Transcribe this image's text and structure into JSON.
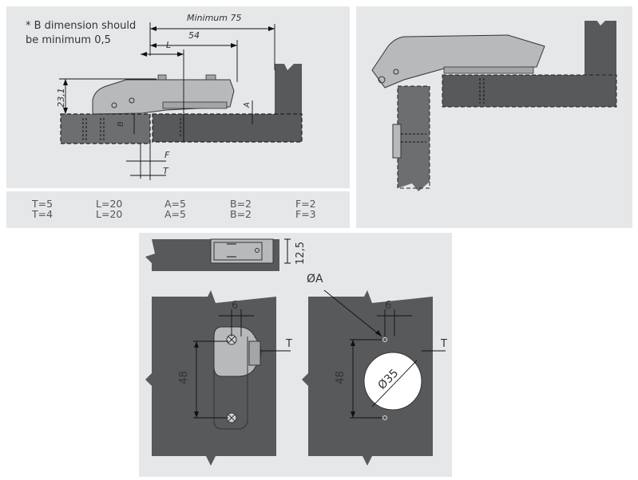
{
  "note": {
    "line1": "* B dimension should",
    "line2": "be minimum 0,5"
  },
  "side_view": {
    "dim_minimum": "Minimum 75",
    "dim_54": "54",
    "dim_L": "L",
    "dim_231": "23,1",
    "dim_A": "A",
    "dim_B": "B",
    "dim_F": "F",
    "dim_T": "T"
  },
  "specs": {
    "rows": [
      {
        "T": "T=5",
        "L": "L=20",
        "A": "A=5",
        "B": "B=2",
        "F": "F=2"
      },
      {
        "T": "T=4",
        "L": "L=20",
        "A": "A=5",
        "B": "B=2",
        "F": "F=3"
      }
    ]
  },
  "section_view": {
    "dim_125": "12,5"
  },
  "plate_view": {
    "dim_6": "6",
    "dim_48": "48",
    "dim_T": "T"
  },
  "bore_view": {
    "dim_oA": "ØA",
    "dim_6": "6",
    "dim_48": "48",
    "dim_T": "T",
    "dim_o35": "Ø35"
  },
  "colors": {
    "panel_bg": "#e6e7e8",
    "board": "#58595b",
    "hinge": "#b7b9bb",
    "line": "#111111"
  }
}
